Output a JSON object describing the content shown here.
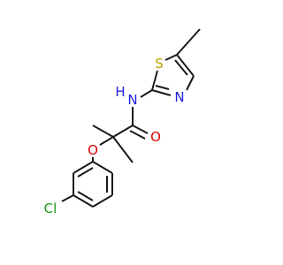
{
  "molecule": {
    "atoms": {
      "chlorine": "Cl",
      "ether_oxygen": "O",
      "carbonyl_oxygen": "O",
      "amide_nitrogen": "N",
      "amide_hydrogen": "H",
      "thiazole_sulfur": "S",
      "thiazole_nitrogen": "N"
    },
    "colors": {
      "bond": "#1a1a1a",
      "carbon_text": "#1a1a1a",
      "oxygen": "#e00000",
      "nitrogen": "#1f22e0",
      "sulfur": "#b8a000",
      "chlorine": "#1a9a1a"
    }
  }
}
